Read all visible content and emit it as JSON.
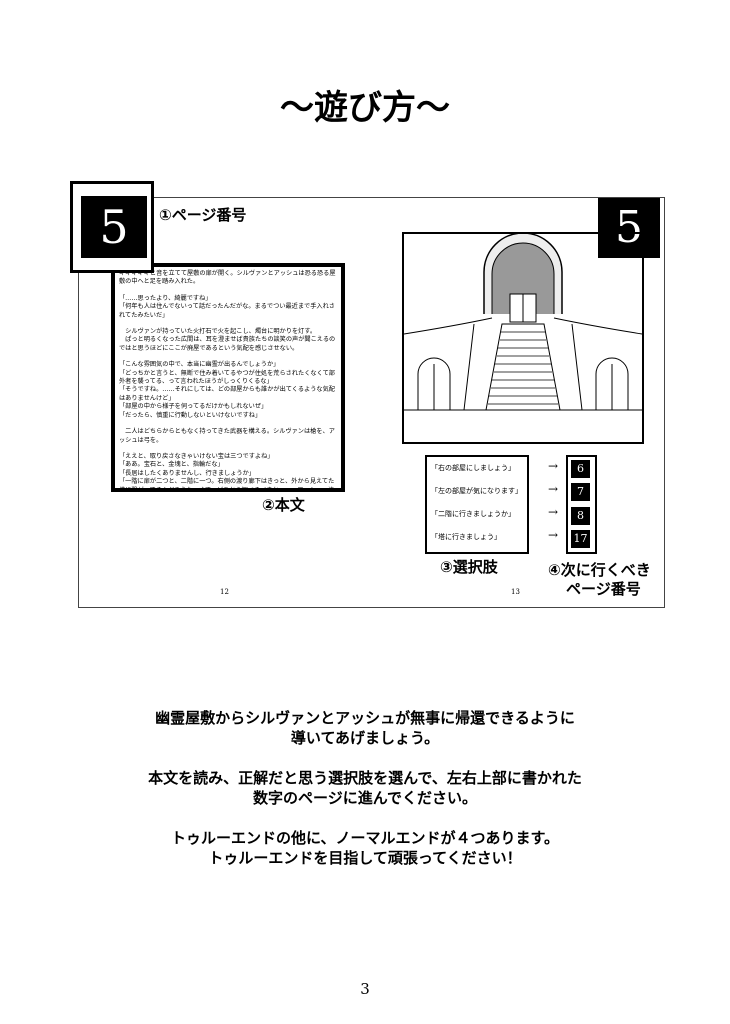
{
  "title": "〜遊び方〜",
  "left_page": {
    "page_label_number": "5",
    "body_paragraphs": [
      "ギギギギギと音を立てて屋敷の扉が開く。シルヴァンとアッシュは恐る恐る屋敷の中へと足を踏み入れた。",
      "「……思ったより、綺麗ですね」\n「何年も人は住んでないって話だったんだがな。まるでつい最近まで手入れされてたみたいだ」",
      "　シルヴァンが持っていた火打石で火を起こし、燭台に明かりを灯す。\n　ぱっと明るくなった広間は、耳を澄ませば貴族たちの談笑の声が聞こえるのではと思うほどにここが廃屋であるという気配を感じさせない。",
      "「こんな雰囲気の中で、本当に幽霊が出るんでしょうか」\n「どっちかと言うと、無断で住み着いてるやつが住処を荒らされたくなくて部外者を襲ってる、って言われたほうがしっくりくるな」\n「そうですね。……それにしては、どの部屋からも誰かが出てくるような気配はありませんけど」\n「部屋の中から様子を伺ってるだけかもしれないぜ」\n「だったら、慎重に行動しないといけないですね」",
      "　二人はどちらからともなく持ってきた武器を構える。シルヴァンは槍を、アッシュは弓を。",
      "「ええと、取り戻さなきゃいけない宝は三つですよね」\n「ああ。宝石と、金塊と、指輪だな」\n「長居はしたくありませんし、行きましょうか」\n「一階に扉が二つと、二階に一つ。右側の渡り廊下はきっと、外から見えてた塔に繋がってるんだろうな。さて、どこから調べるべきか……。アッシュ、決めていいぜ」\n「えっ？　えっと、じゃあ……」"
    ],
    "folio": "12"
  },
  "right_page": {
    "page_number": "5",
    "choices": [
      "「右の部屋にしましょう」",
      "「左の部屋が気になります」",
      "「二階に行きましょうか」",
      "「塔に行きましょう」"
    ],
    "next_pages": [
      "6",
      "7",
      "8",
      "17"
    ],
    "arrow_glyph": "→",
    "folio": "13"
  },
  "labels": {
    "page_number": "①ページ番号",
    "body": "②本文",
    "choices": "③選択肢",
    "next_page_line1": "④次に行くべき",
    "next_page_line2": "ページ番号"
  },
  "instructions": [
    "幽霊屋敷からシルヴァンとアッシュが無事に帰還できるように\n導いてあげましょう。",
    "本文を読み、正解だと思う選択肢を選んで、左右上部に書かれた\n数字のページに進んでください。",
    "トゥルーエンドの他に、ノーマルエンドが４つあります。\nトゥルーエンドを目指して頑張ってください！"
  ],
  "page_number": "3"
}
